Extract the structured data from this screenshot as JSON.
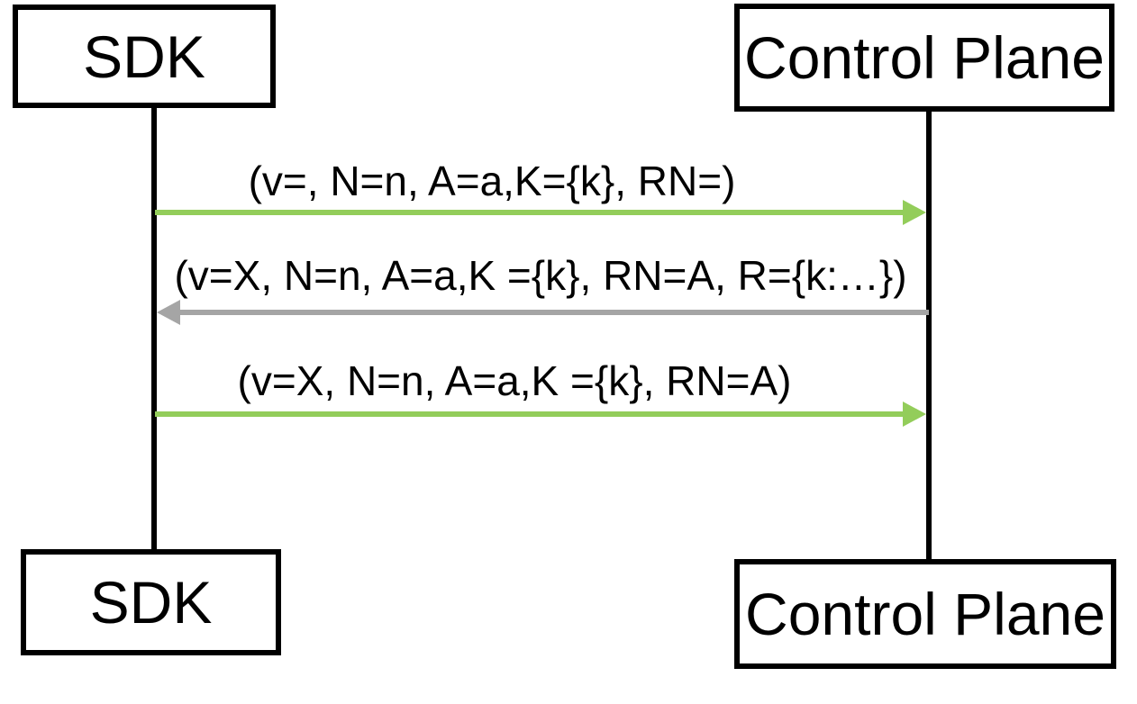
{
  "diagram": {
    "type": "sequence-diagram",
    "participants": [
      {
        "id": "sdk",
        "label": "SDK"
      },
      {
        "id": "control-plane",
        "label": "Control Plane"
      }
    ],
    "messages": [
      {
        "from": "sdk",
        "to": "control-plane",
        "label": "(v=, N=n, A=a,K={k}, RN=)",
        "direction": "right",
        "color": "#93cd5a"
      },
      {
        "from": "control-plane",
        "to": "sdk",
        "label": "(v=X, N=n, A=a,K ={k}, RN=A, R={k:…})",
        "direction": "left",
        "color": "#a5a5a5"
      },
      {
        "from": "sdk",
        "to": "control-plane",
        "label": "(v=X, N=n, A=a,K ={k}, RN=A)",
        "direction": "right",
        "color": "#93cd5a"
      }
    ],
    "colors": {
      "arrow_green": "#93cd5a",
      "arrow_gray": "#a5a5a5",
      "line_black": "#000000",
      "background": "#ffffff"
    }
  }
}
